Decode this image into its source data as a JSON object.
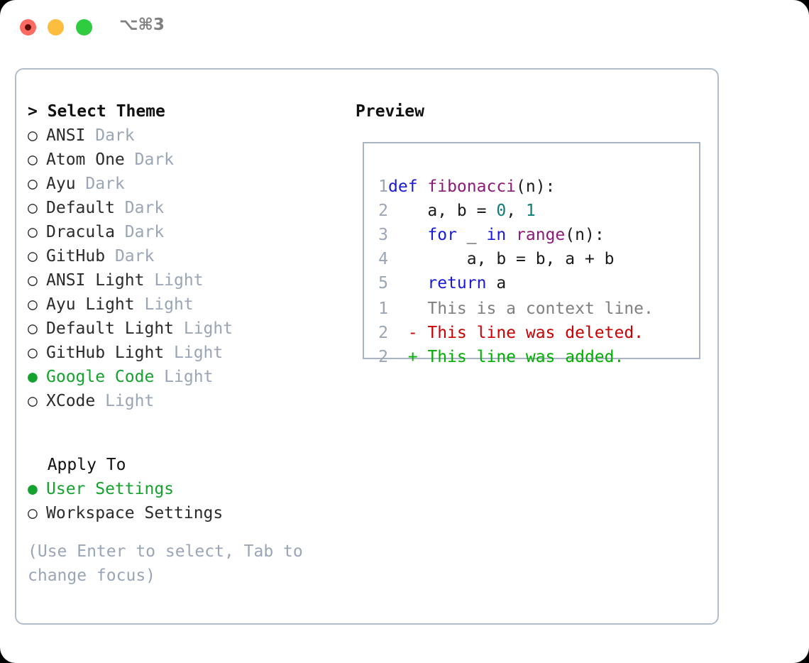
{
  "titlebar": {
    "shortcut": "⌥⌘3",
    "buttons": [
      {
        "name": "close",
        "color": "#fd6a62"
      },
      {
        "name": "minimize",
        "color": "#fdbe3f"
      },
      {
        "name": "maximize",
        "color": "#2fcc40"
      }
    ]
  },
  "colors": {
    "accent_green": "#16a22f",
    "muted_gray": "#9aa5b5",
    "border": "#b3bdcb",
    "keyword": "#1a1ad6",
    "function": "#8c1a78",
    "number": "#0d7d76",
    "diff_delete": "#cc0000",
    "diff_add": "#00b000",
    "context": "#808080"
  },
  "theme_picker": {
    "header": "> Select Theme",
    "items": [
      {
        "bullet": "○",
        "name": "ANSI",
        "variant": "Dark",
        "selected": false
      },
      {
        "bullet": "○",
        "name": "Atom One",
        "variant": "Dark",
        "selected": false
      },
      {
        "bullet": "○",
        "name": "Ayu",
        "variant": "Dark",
        "selected": false
      },
      {
        "bullet": "○",
        "name": "Default",
        "variant": "Dark",
        "selected": false
      },
      {
        "bullet": "○",
        "name": "Dracula",
        "variant": "Dark",
        "selected": false
      },
      {
        "bullet": "○",
        "name": "GitHub",
        "variant": "Dark",
        "selected": false
      },
      {
        "bullet": "○",
        "name": "ANSI Light",
        "variant": "Light",
        "selected": false
      },
      {
        "bullet": "○",
        "name": "Ayu Light",
        "variant": "Light",
        "selected": false
      },
      {
        "bullet": "○",
        "name": "Default Light",
        "variant": "Light",
        "selected": false
      },
      {
        "bullet": "○",
        "name": "GitHub Light",
        "variant": "Light",
        "selected": false
      },
      {
        "bullet": "●",
        "name": "Google Code",
        "variant": "Light",
        "selected": true
      },
      {
        "bullet": "○",
        "name": "XCode",
        "variant": "Light",
        "selected": false
      }
    ]
  },
  "apply_to": {
    "title": "Apply To",
    "items": [
      {
        "bullet": "●",
        "name": "User Settings",
        "selected": true
      },
      {
        "bullet": "○",
        "name": "Workspace Settings",
        "selected": false
      }
    ]
  },
  "hint": "(Use Enter to select, Tab to change focus)",
  "preview": {
    "title": "Preview",
    "code_lines": [
      {
        "ln": "1",
        "tokens": [
          {
            "t": "def ",
            "c": "kw"
          },
          {
            "t": "fibonacci",
            "c": "fn"
          },
          {
            "t": "(n):",
            "c": "punc"
          }
        ]
      },
      {
        "ln": "2",
        "tokens": [
          {
            "t": "    a, b = ",
            "c": "punc"
          },
          {
            "t": "0",
            "c": "num"
          },
          {
            "t": ", ",
            "c": "punc"
          },
          {
            "t": "1",
            "c": "num"
          }
        ]
      },
      {
        "ln": "3",
        "tokens": [
          {
            "t": "    ",
            "c": "punc"
          },
          {
            "t": "for",
            "c": "kw"
          },
          {
            "t": " _ ",
            "c": "punc"
          },
          {
            "t": "in",
            "c": "kw"
          },
          {
            "t": " ",
            "c": "punc"
          },
          {
            "t": "range",
            "c": "fn"
          },
          {
            "t": "(n):",
            "c": "punc"
          }
        ]
      },
      {
        "ln": "4",
        "tokens": [
          {
            "t": "        a, b = b, a + b",
            "c": "punc"
          }
        ]
      },
      {
        "ln": "5",
        "tokens": [
          {
            "t": "    ",
            "c": "punc"
          },
          {
            "t": "return",
            "c": "kw"
          },
          {
            "t": " a",
            "c": "punc"
          }
        ]
      }
    ],
    "diff_lines": [
      {
        "ln": "1",
        "marker": " ",
        "text": " This is a context line.",
        "kind": "ctx"
      },
      {
        "ln": "2",
        "marker": "-",
        "text": " This line was deleted.",
        "kind": "del"
      },
      {
        "ln": "2",
        "marker": "+",
        "text": " This line was added.",
        "kind": "add"
      }
    ]
  }
}
